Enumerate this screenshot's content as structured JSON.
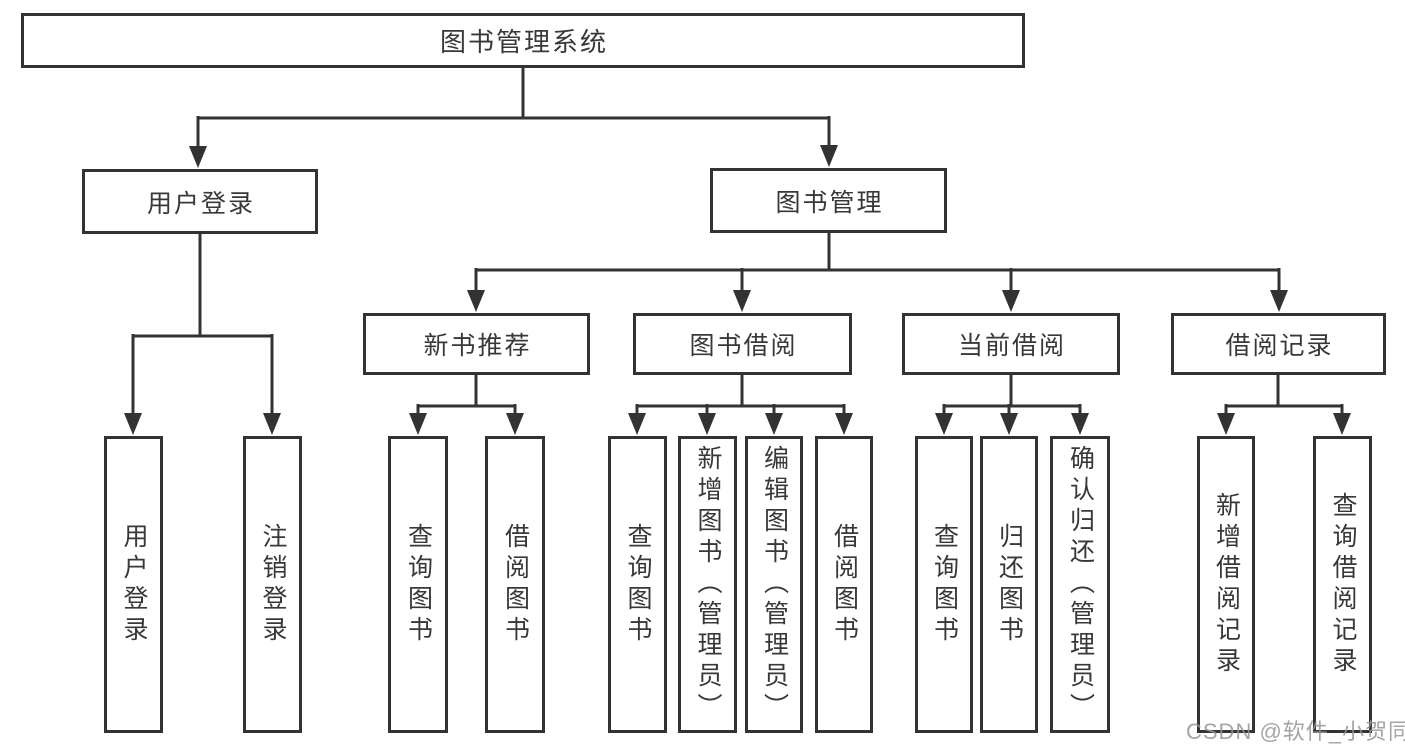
{
  "nodes": {
    "root": {
      "label": "图书管理系统"
    },
    "user_login": {
      "label": "用户登录"
    },
    "book_mgmt": {
      "label": "图书管理"
    },
    "new_book_rec": {
      "label": "新书推荐"
    },
    "book_borrow": {
      "label": "图书借阅"
    },
    "current_borrow": {
      "label": "当前借阅"
    },
    "borrow_records": {
      "label": "借阅记录"
    },
    "login_leaf": {
      "label": "用户登录"
    },
    "logout_leaf": {
      "label": "注销登录"
    },
    "rec_query": {
      "label": "查询图书"
    },
    "rec_borrow": {
      "label": "借阅图书"
    },
    "bb_query": {
      "label": "查询图书"
    },
    "bb_add": {
      "label": "新增图书（管理员）"
    },
    "bb_edit": {
      "label": "编辑图书（管理员）"
    },
    "bb_borrow": {
      "label": "借阅图书"
    },
    "cb_query": {
      "label": "查询图书"
    },
    "cb_return": {
      "label": "归还图书"
    },
    "cb_confirm": {
      "label": "确认归还（管理员）"
    },
    "br_add": {
      "label": "新增借阅记录"
    },
    "br_query": {
      "label": "查询借阅记录"
    }
  },
  "edges": [
    [
      "root",
      "user_login"
    ],
    [
      "root",
      "book_mgmt"
    ],
    [
      "user_login",
      "login_leaf"
    ],
    [
      "user_login",
      "logout_leaf"
    ],
    [
      "book_mgmt",
      "new_book_rec"
    ],
    [
      "book_mgmt",
      "book_borrow"
    ],
    [
      "book_mgmt",
      "current_borrow"
    ],
    [
      "book_mgmt",
      "borrow_records"
    ],
    [
      "new_book_rec",
      "rec_query"
    ],
    [
      "new_book_rec",
      "rec_borrow"
    ],
    [
      "book_borrow",
      "bb_query"
    ],
    [
      "book_borrow",
      "bb_add"
    ],
    [
      "book_borrow",
      "bb_edit"
    ],
    [
      "book_borrow",
      "bb_borrow"
    ],
    [
      "current_borrow",
      "cb_query"
    ],
    [
      "current_borrow",
      "cb_return"
    ],
    [
      "current_borrow",
      "cb_confirm"
    ],
    [
      "borrow_records",
      "br_add"
    ],
    [
      "borrow_records",
      "br_query"
    ]
  ],
  "watermark": {
    "text": "CSDN @软件_小贺同学"
  },
  "colors": {
    "line": "#333333",
    "text": "#383838",
    "watermark": "#949494",
    "background": "#ffffff"
  }
}
